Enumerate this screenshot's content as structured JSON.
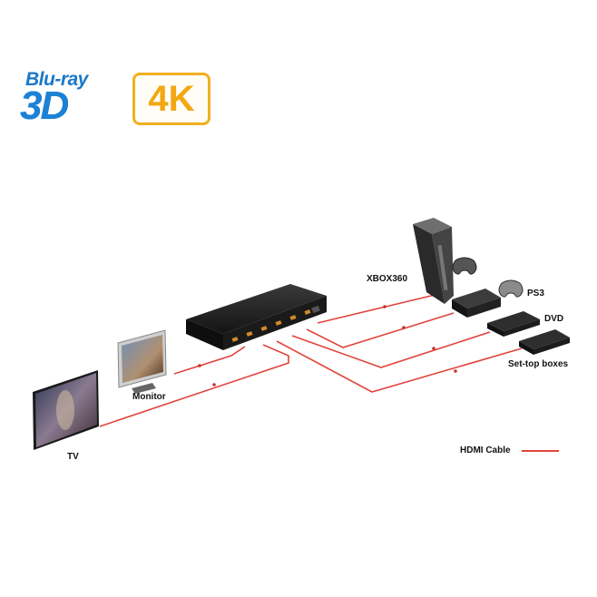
{
  "logos": {
    "bluray_text": "Blu-ray",
    "threed_text": "3D",
    "fourk_text": "4K"
  },
  "devices": {
    "xbox": "XBOX360",
    "ps3": "PS3",
    "dvd": "DVD",
    "settop": "Set-top boxes",
    "monitor": "Monitor",
    "tv": "TV"
  },
  "legend": {
    "label": "HDMI Cable"
  },
  "colors": {
    "cable": "#e0443c",
    "device_dark": "#1c1c1c",
    "logo_blue": "#1b82d6",
    "logo_orange": "#f3a712"
  }
}
